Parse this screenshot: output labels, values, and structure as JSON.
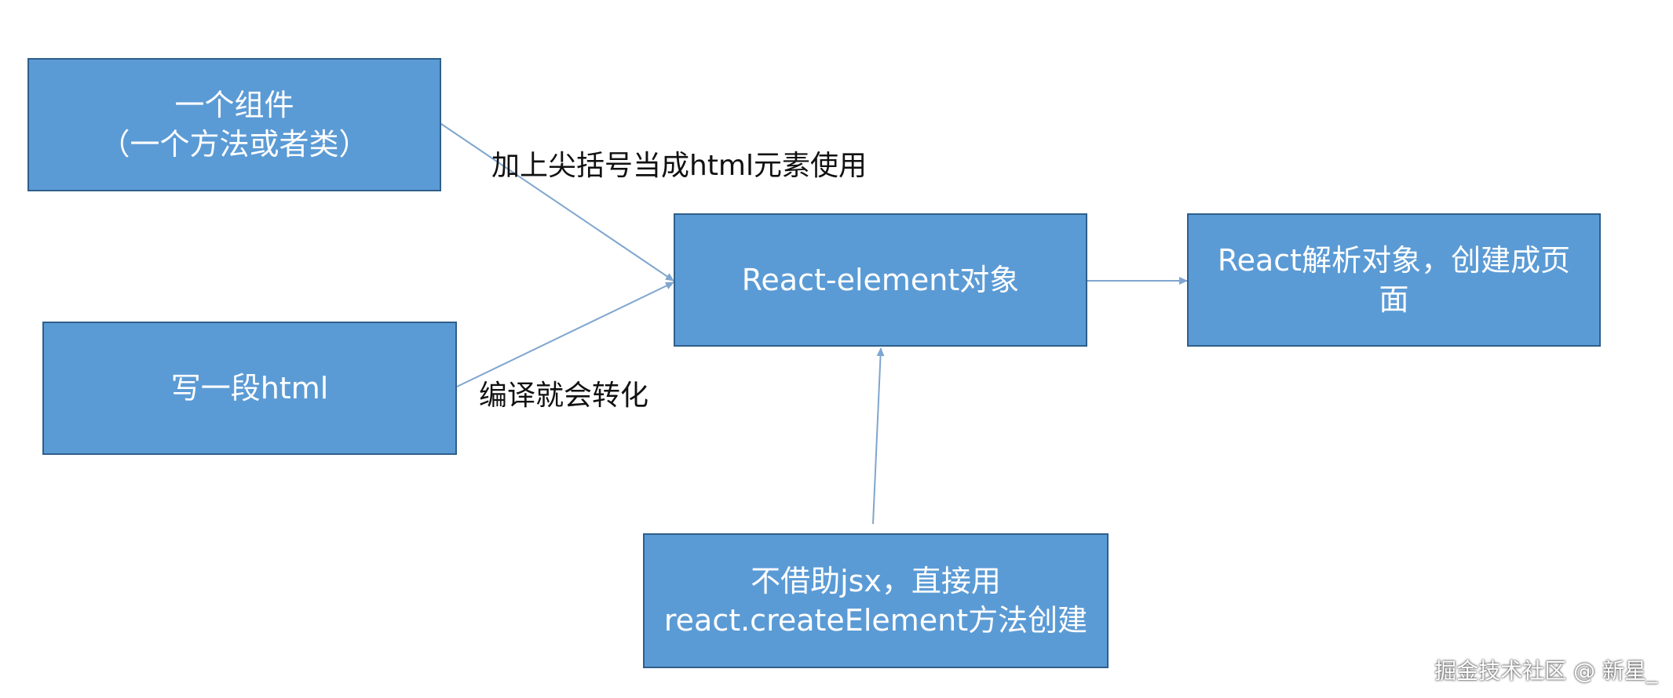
{
  "nodes": {
    "component": {
      "line1": "一个组件",
      "line2": "（一个方法或者类）"
    },
    "html_snippet": {
      "line1": "写一段html"
    },
    "react_element": {
      "line1": "React-element对象"
    },
    "react_parse": {
      "line1": "React解析对象，创建成页",
      "line2": "面"
    },
    "create_element": {
      "line1": "不借助jsx，直接用",
      "line2": "react.createElement方法创建"
    }
  },
  "edge_labels": {
    "angle_brackets": "加上尖括号当成html元素使用",
    "compile": "编译就会转化"
  },
  "watermark": "掘金技术社区 @ 新星_",
  "colors": {
    "node_fill": "#5b9bd5",
    "node_border": "#2f5f8a",
    "arrow": "#7fa6cf"
  }
}
